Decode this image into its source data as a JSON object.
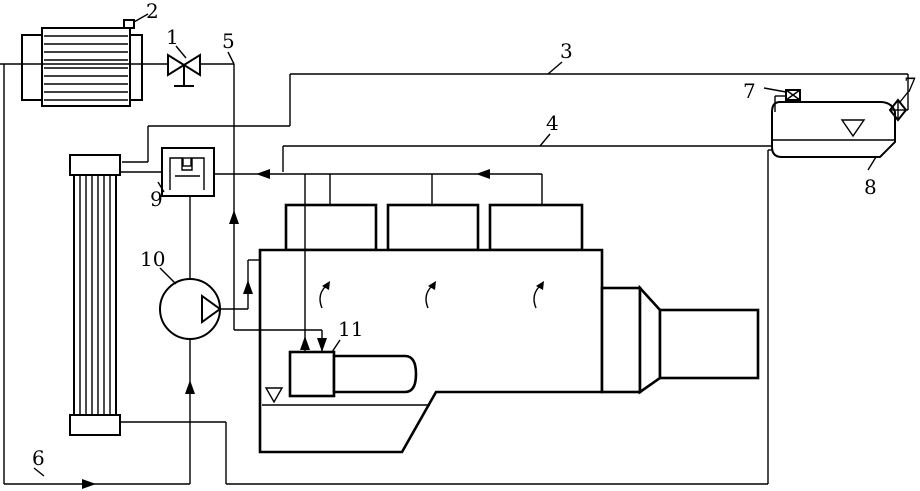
{
  "labels": {
    "valve": "1",
    "cap": "2",
    "line3": "3",
    "line4": "4",
    "line5": "5",
    "line6": "6",
    "valve7a": "7",
    "valve7b": "7",
    "tank": "8",
    "thermostat": "9",
    "pump": "10",
    "cooler": "11"
  },
  "colors": {
    "stroke": "#000000",
    "background": "#ffffff"
  }
}
